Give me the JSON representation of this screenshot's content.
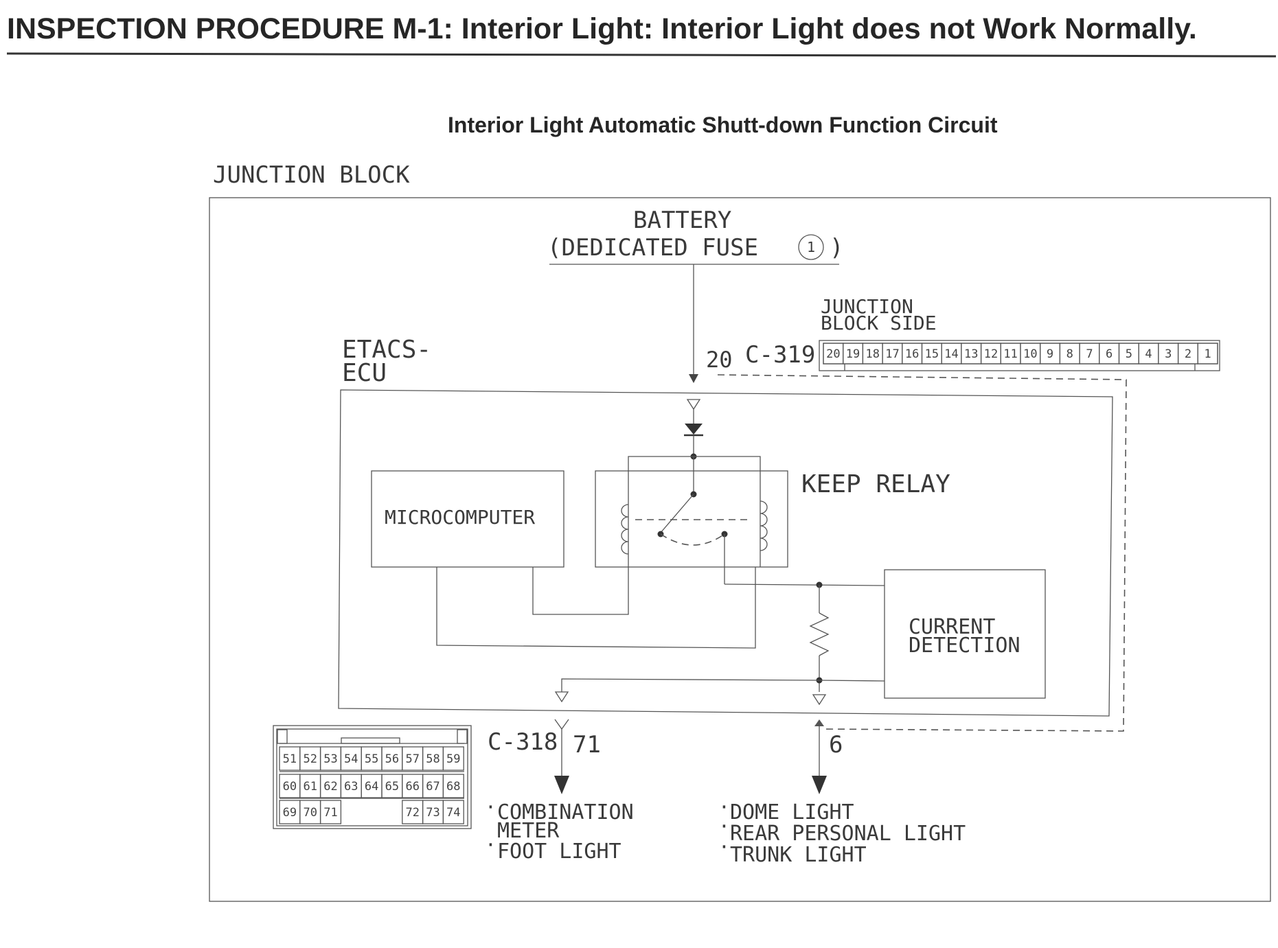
{
  "page": {
    "title": "INSPECTION PROCEDURE M-1: Interior Light: Interior Light does not Work Normally."
  },
  "diagram": {
    "heading": "Interior Light Automatic Shutt-down Function Circuit",
    "junction_block_label": "JUNCTION BLOCK",
    "battery_label": "BATTERY",
    "fuse_label": "(DEDICATED FUSE",
    "fuse_number": "1",
    "fuse_close": ")",
    "jb_side_line1": "JUNCTION",
    "jb_side_line2": "BLOCK SIDE",
    "etacs_line1": "ETACS-",
    "etacs_line2": "ECU",
    "connector_c319": "C-319",
    "pin_20": "20",
    "c319_pins": [
      "20",
      "19",
      "18",
      "17",
      "16",
      "15",
      "14",
      "13",
      "12",
      "11",
      "10",
      "9",
      "8",
      "7",
      "6",
      "5",
      "4",
      "3",
      "2",
      "1"
    ],
    "microcomputer": "MICROCOMPUTER",
    "keep_relay": "KEEP RELAY",
    "current_line1": "CURRENT",
    "current_line2": "DETECTION",
    "connector_c318": "C-318",
    "pin_71": "71",
    "pin_6": "6",
    "c318_row1": [
      "51",
      "52",
      "53",
      "54",
      "55",
      "56",
      "57",
      "58",
      "59"
    ],
    "c318_row2": [
      "60",
      "61",
      "62",
      "63",
      "64",
      "65",
      "66",
      "67",
      "68"
    ],
    "c318_row3_left": [
      "69",
      "70",
      "71"
    ],
    "c318_row3_right": [
      "72",
      "73",
      "74"
    ],
    "out_left": [
      "COMBINATION",
      "METER",
      "FOOT LIGHT"
    ],
    "out_right": [
      "DOME LIGHT",
      "REAR PERSONAL LIGHT",
      "TRUNK LIGHT"
    ]
  }
}
